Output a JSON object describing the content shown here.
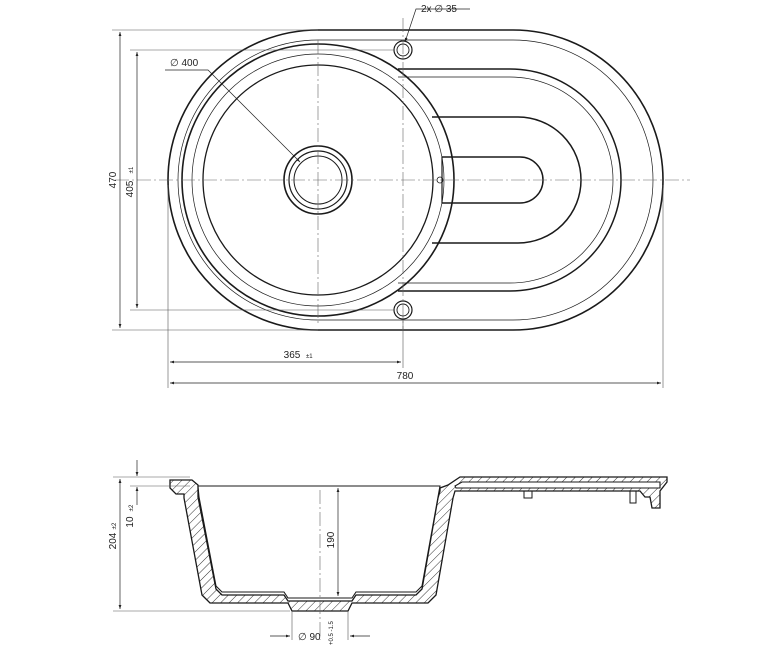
{
  "top_view": {
    "width_label": "780",
    "height_label": "470",
    "bowl_pitch_label": "405",
    "bowl_pitch_tol": "±1",
    "bowl_offset_label": "365",
    "bowl_offset_tol": "±1",
    "bowl_diameter_label": "∅ 400",
    "tap_holes_label": "2x ∅ 35"
  },
  "section_view": {
    "overall_depth_label": "204",
    "overall_depth_tol": "±2",
    "rim_label": "10",
    "rim_tol": "±2",
    "bowl_depth_label": "190",
    "drain_label": "∅ 90",
    "drain_tol": "+0.5 -1.5"
  },
  "colors": {
    "line": "#1a1a1a",
    "thin": "#555555",
    "center": "#666666",
    "background": "#ffffff"
  }
}
